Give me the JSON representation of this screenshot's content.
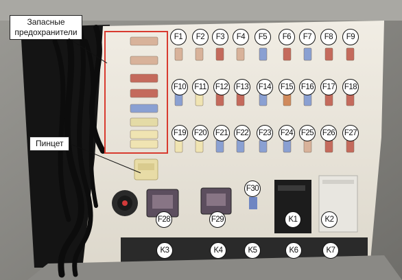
{
  "callouts": {
    "spare_fuses": "Запасные предохранители",
    "tweezers": "Пинцет"
  },
  "labels": {
    "fuses": [
      "F1",
      "F2",
      "F3",
      "F4",
      "F5",
      "F6",
      "F7",
      "F8",
      "F9",
      "F10",
      "F11",
      "F12",
      "F13",
      "F14",
      "F15",
      "F16",
      "F17",
      "F18",
      "F19",
      "F20",
      "F21",
      "F22",
      "F23",
      "F24",
      "F25",
      "F26",
      "F27",
      "F28",
      "F29",
      "F30"
    ],
    "relays": [
      "K1",
      "K2",
      "K3",
      "K4",
      "K5",
      "K6",
      "K7"
    ]
  },
  "colors": {
    "callout_box": "#ffffff",
    "highlight_frame": "#d83a2e",
    "badge_fill": "#ffffff",
    "badge_stroke": "#111111"
  }
}
